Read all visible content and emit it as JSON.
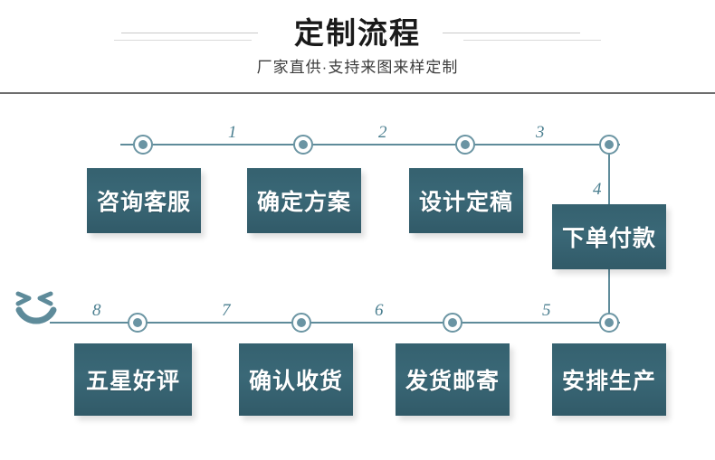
{
  "header": {
    "title": "定制流程",
    "subtitle": "厂家直供·支持来图来样定制",
    "decoration_icon": "double-rule-ornament"
  },
  "theme": {
    "box_fill": "#35616f",
    "line_color": "#5e8b9a",
    "node_ring": "#6b95a3",
    "node_dot": "#6a94a3",
    "number_color": "#4b7f90",
    "divider": "#6e6e6e",
    "background": "#ffffff",
    "box_text": "#ffffff"
  },
  "flow": {
    "top_row": [
      {
        "number": "1",
        "label": "咨询客服"
      },
      {
        "number": "2",
        "label": "确定方案"
      },
      {
        "number": "3",
        "label": "设计定稿"
      },
      {
        "number": "4",
        "label": "下单付款"
      }
    ],
    "bottom_row": [
      {
        "number": "5",
        "label": "安排生产"
      },
      {
        "number": "6",
        "label": "发货邮寄"
      },
      {
        "number": "7",
        "label": "确认收货"
      },
      {
        "number": "8",
        "label": "五星好评"
      }
    ],
    "end_icon": "smiley-face-icon"
  }
}
